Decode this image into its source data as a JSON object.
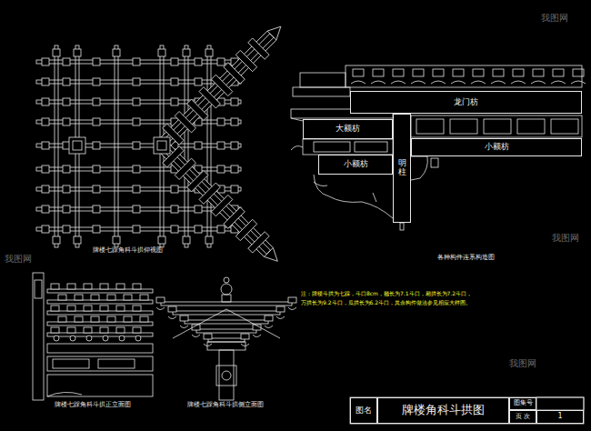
{
  "diagram": {
    "nodes": [
      {
        "text": [
          "龙门枋"
        ]
      },
      {
        "text": [
          "大额枋"
        ]
      },
      {
        "text": [
          "小额枋"
        ]
      },
      {
        "text": [
          "明柱"
        ]
      },
      {
        "text": [
          "小额枋"
        ]
      },
      {
        "text": [
          "图名"
        ]
      },
      {
        "text": [
          "牌楼角科斗拱图"
        ]
      },
      {
        "text": [
          "图集号"
        ]
      },
      {
        "text": [
          "页 次"
        ]
      },
      {
        "text": [
          "1"
        ]
      }
    ],
    "labels": [
      "牌楼七踩角科斗拱仰视图",
      "各种构件连系构造图",
      "注：牌楼斗拱为七踩，斗口8cm，翘长为7.1斗口，厢拱长为7.2斗口，",
      "万拱长为9.2斗口，瓜拱长为6.2斗口，其余构件做法参见相应大样图。",
      "牌楼七踩角科斗拱正立面图",
      "牌楼七踩角科斗拱侧立面图",
      "我图网",
      "我图网",
      "我图网",
      "我图网"
    ]
  }
}
